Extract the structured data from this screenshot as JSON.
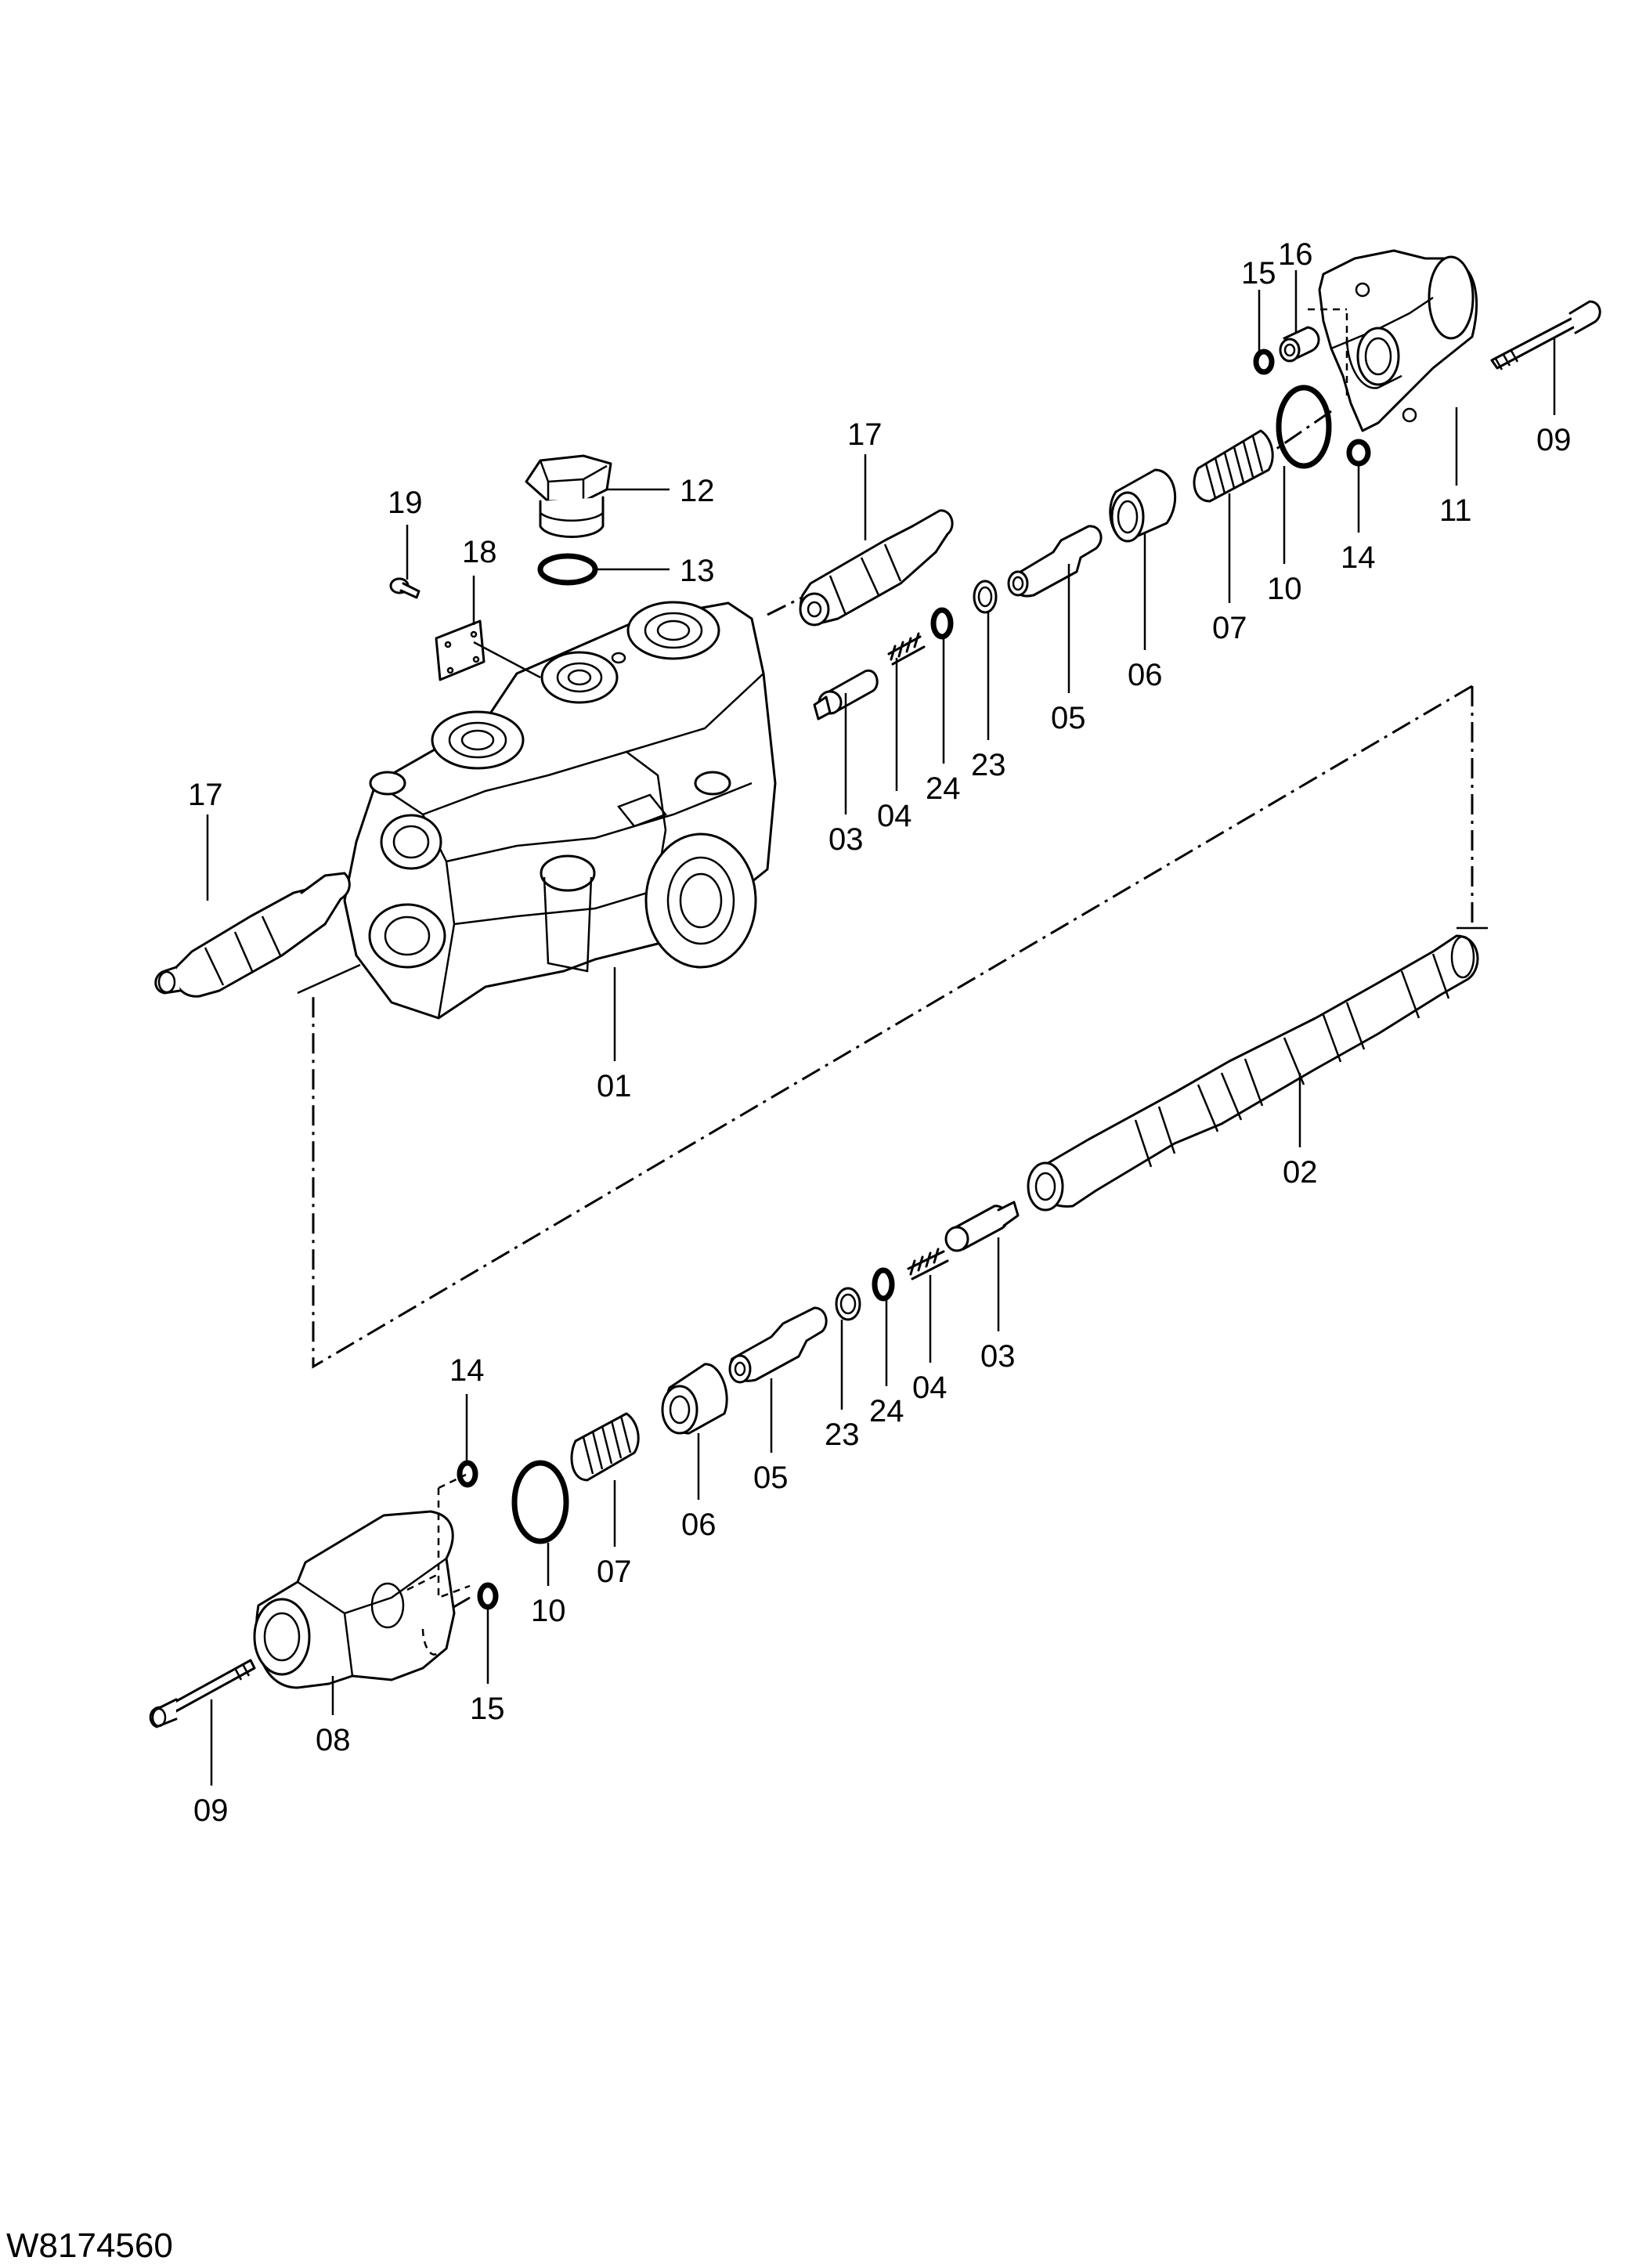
{
  "drawing_code": "W8174560",
  "labels": {
    "l01": "01",
    "l02": "02",
    "l03a": "03",
    "l03b": "03",
    "l04a": "04",
    "l04b": "04",
    "l05a": "05",
    "l05b": "05",
    "l06a": "06",
    "l06b": "06",
    "l07a": "07",
    "l07b": "07",
    "l08": "08",
    "l09a": "09",
    "l09b": "09",
    "l10a": "10",
    "l10b": "10",
    "l11": "11",
    "l12": "12",
    "l13": "13",
    "l14a": "14",
    "l14b": "14",
    "l15a": "15",
    "l15b": "15",
    "l16": "16",
    "l17a": "17",
    "l17b": "17",
    "l18": "18",
    "l19": "19",
    "l23a": "23",
    "l23b": "23",
    "l24a": "24",
    "l24b": "24"
  }
}
